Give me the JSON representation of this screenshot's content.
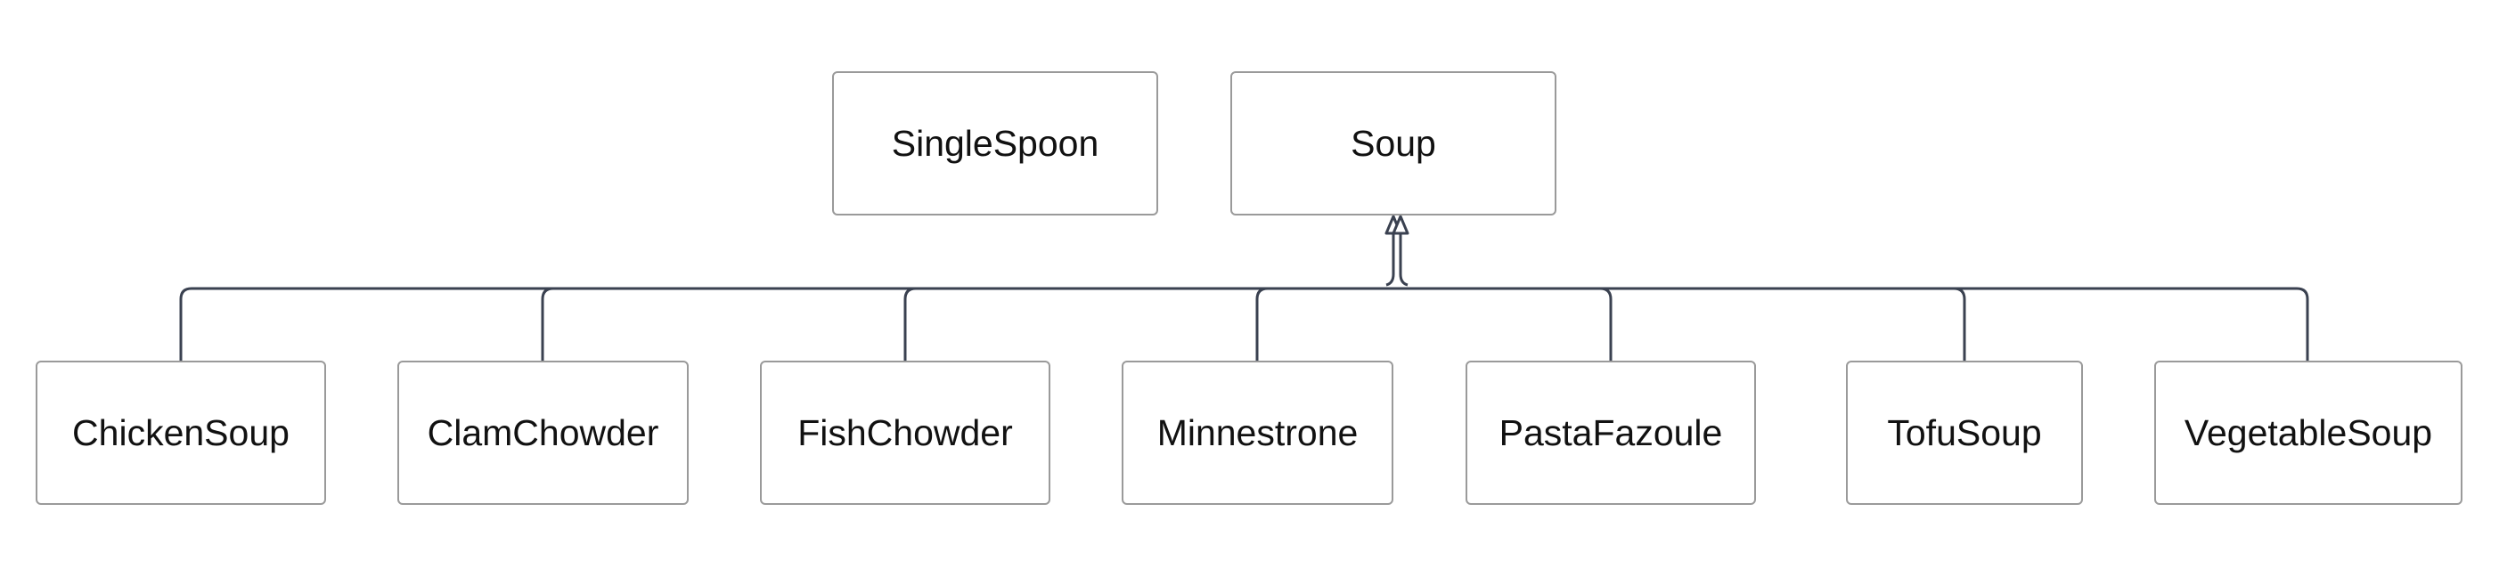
{
  "diagram": {
    "nodes": {
      "single_spoon": "SingleSpoon",
      "soup": "Soup",
      "chicken_soup": "ChickenSoup",
      "clam_chowder": "ClamChowder",
      "fish_chowder": "FishChowder",
      "minnestrone": "Minnestrone",
      "pasta_fazoule": "PastaFazoule",
      "tofu_soup": "TofuSoup",
      "vegetable_soup": "VegetableSoup"
    },
    "edges": [
      {
        "from": "ChickenSoup",
        "to": "Soup",
        "type": "inheritance"
      },
      {
        "from": "ClamChowder",
        "to": "Soup",
        "type": "inheritance"
      },
      {
        "from": "FishChowder",
        "to": "Soup",
        "type": "inheritance"
      },
      {
        "from": "Minnestrone",
        "to": "Soup",
        "type": "inheritance"
      },
      {
        "from": "PastaFazoule",
        "to": "Soup",
        "type": "inheritance"
      },
      {
        "from": "TofuSoup",
        "to": "Soup",
        "type": "inheritance"
      },
      {
        "from": "VegetableSoup",
        "to": "Soup",
        "type": "inheritance"
      }
    ],
    "colors": {
      "edge": "#3a4150",
      "node_border": "#9a9a9a",
      "text": "#111111"
    }
  }
}
